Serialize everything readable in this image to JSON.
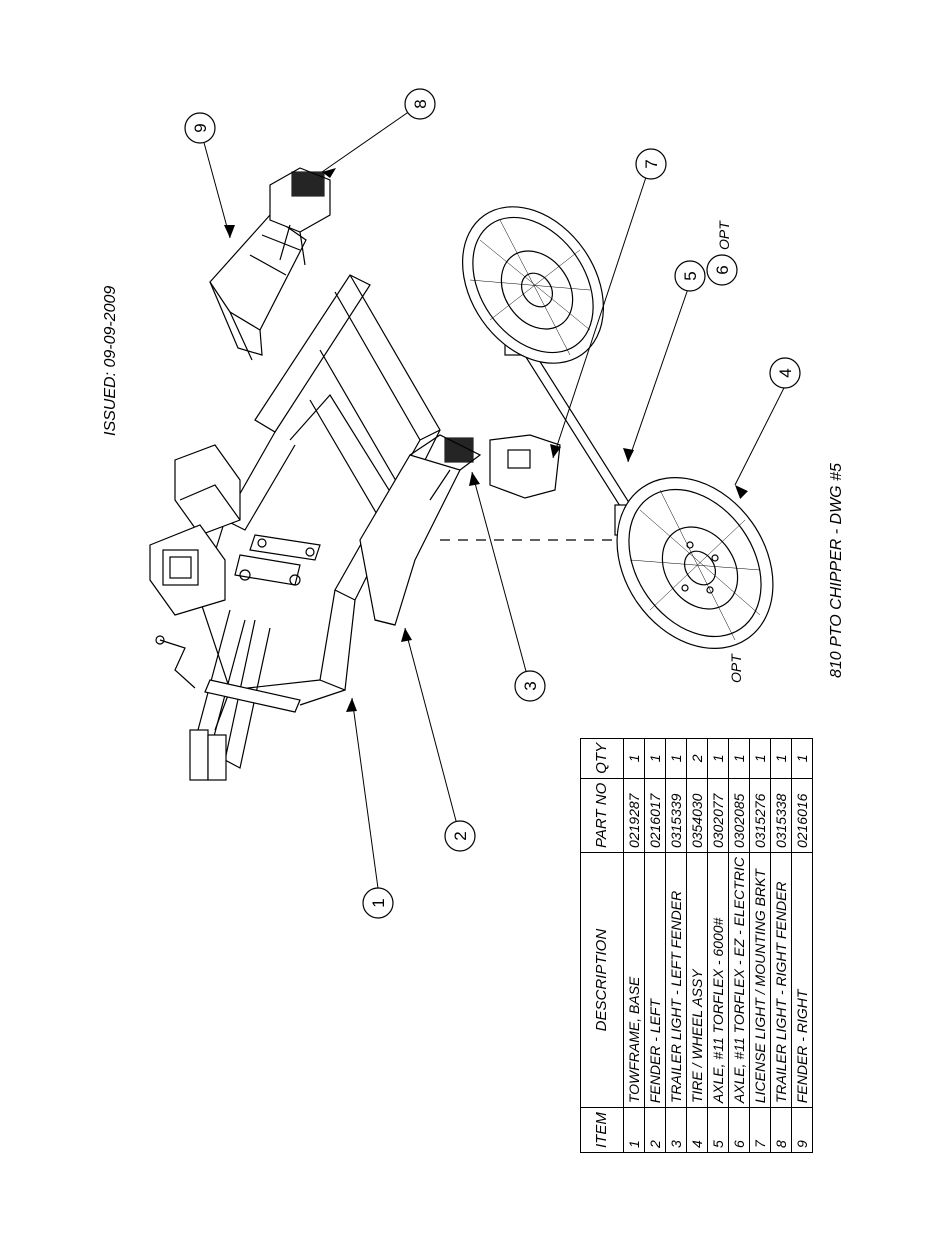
{
  "drawing": {
    "issued": "ISSUED: 09-09-2009",
    "title": "810 PTO CHIPPER - DWG #5",
    "opt_label_axle": "OPT",
    "opt_label_table": "OPT"
  },
  "callouts": [
    "1",
    "2",
    "3",
    "4",
    "5",
    "6",
    "7",
    "8",
    "9"
  ],
  "parts_table": {
    "headers": {
      "item": "ITEM",
      "description": "DESCRIPTION",
      "part_no": "PART NO",
      "qty": "QTY"
    },
    "rows": [
      {
        "item": "1",
        "description": "TOWFRAME, BASE",
        "part_no": "0219287",
        "qty": "1"
      },
      {
        "item": "2",
        "description": "FENDER - LEFT",
        "part_no": "0216017",
        "qty": "1"
      },
      {
        "item": "3",
        "description": "TRAILER LIGHT - LEFT FENDER",
        "part_no": "0315339",
        "qty": "1"
      },
      {
        "item": "4",
        "description": "TIRE / WHEEL ASSY",
        "part_no": "0354030",
        "qty": "2"
      },
      {
        "item": "5",
        "description": "AXLE, #11 TORFLEX - 6000#",
        "part_no": "0302077",
        "qty": "1"
      },
      {
        "item": "6",
        "description": "AXLE, #11 TORFLEX - EZ - ELECTRIC",
        "part_no": "0302085",
        "qty": "1"
      },
      {
        "item": "7",
        "description": "LICENSE LIGHT / MOUNTING BRKT",
        "part_no": "0315276",
        "qty": "1"
      },
      {
        "item": "8",
        "description": "TRAILER LIGHT - RIGHT FENDER",
        "part_no": "0315338",
        "qty": "1"
      },
      {
        "item": "9",
        "description": "FENDER - RIGHT",
        "part_no": "0216016",
        "qty": "1"
      }
    ]
  }
}
